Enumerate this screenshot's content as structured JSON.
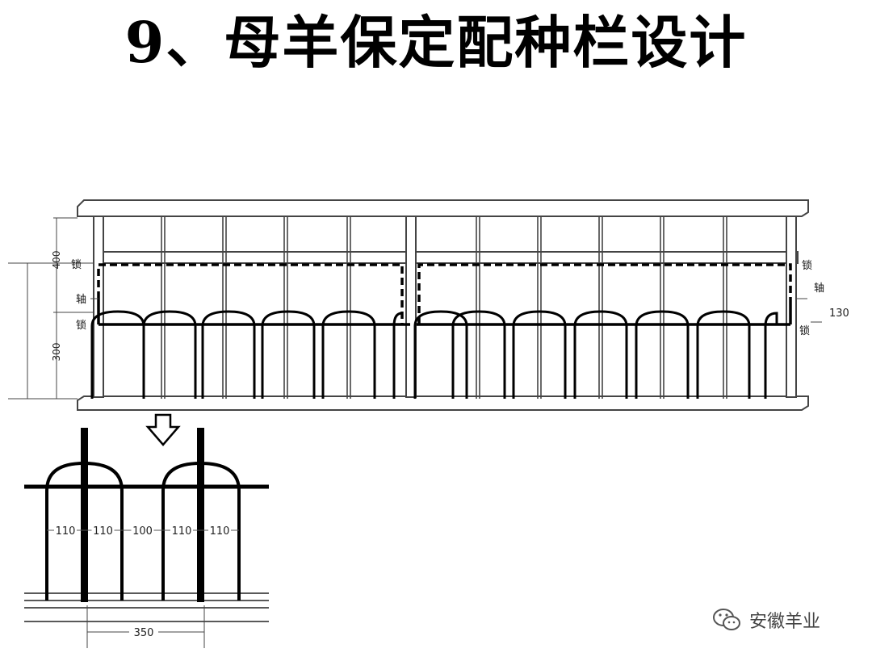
{
  "title": "9、母羊保定配种栏设计",
  "labels": {
    "lock": "锁",
    "axis": "轴",
    "dim_400": "400",
    "dim_300": "300",
    "dim_130": "130",
    "dim_110": "110",
    "dim_100": "100",
    "dim_350": "350"
  },
  "detail_dims": [
    "110",
    "110",
    "100",
    "110",
    "110"
  ],
  "watermark": {
    "text": "安徽羊业",
    "icon": "wechat-icon"
  },
  "colors": {
    "ink": "#000000",
    "frame": "#444444",
    "rail_fill": "#ffffff"
  }
}
